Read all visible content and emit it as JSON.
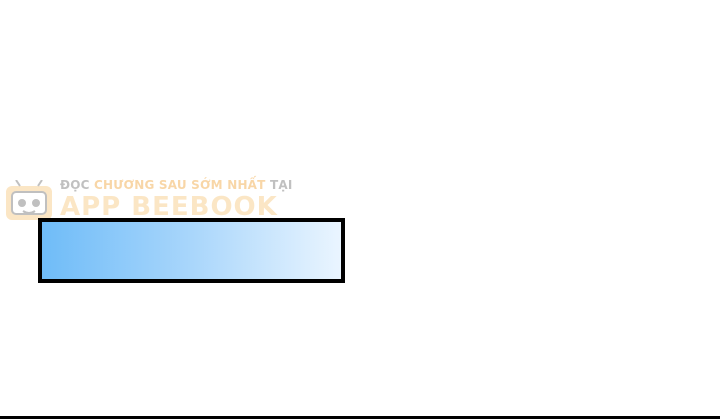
{
  "watermark": {
    "line1_dark_1": "ĐỌC ",
    "line1_orange": "CHƯƠNG SAU SỚM NHẤT",
    "line1_dark_2": " TẠI",
    "line2": "APP BEEBOOK",
    "icon": "bee-mascot-icon"
  },
  "colors": {
    "bar_border": "#000000",
    "bar_gradient_start": "#6fbcf8",
    "bar_gradient_end": "#eaf5ff",
    "watermark_orange": "#f0a030"
  }
}
